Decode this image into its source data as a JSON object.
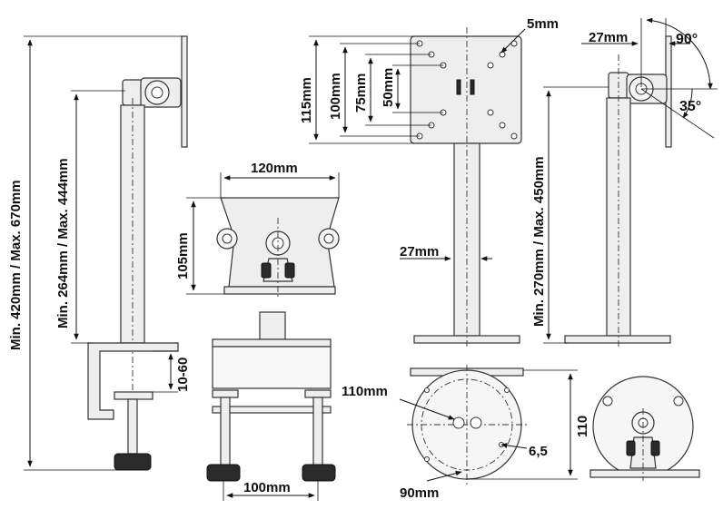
{
  "labels": {
    "total_height": "Min. 420mm / Max. 670mm",
    "pole_height_clamp": "Min. 264mm / Max. 444mm",
    "clamp_range": "10-60",
    "bracket_width": "120mm",
    "bracket_height": "105mm",
    "clamp_width": "100mm",
    "plate_gap": "5mm",
    "vesa_115": "115mm",
    "vesa_100": "100mm",
    "vesa_75": "75mm",
    "vesa_50": "50mm",
    "pole_diameter": "27mm",
    "tilt_offset": "27mm",
    "tilt_up": "90°",
    "tilt_down": "35°",
    "pole_height_base": "Min. 270mm / Max. 450mm",
    "base_hole_spacing": "110mm",
    "base_diameter": "110",
    "base_hole_size": "6,5",
    "base_inner": "90mm"
  },
  "colors": {
    "line": "#111111",
    "fill": "#eeeeee",
    "knob": "#2a2a2a"
  }
}
